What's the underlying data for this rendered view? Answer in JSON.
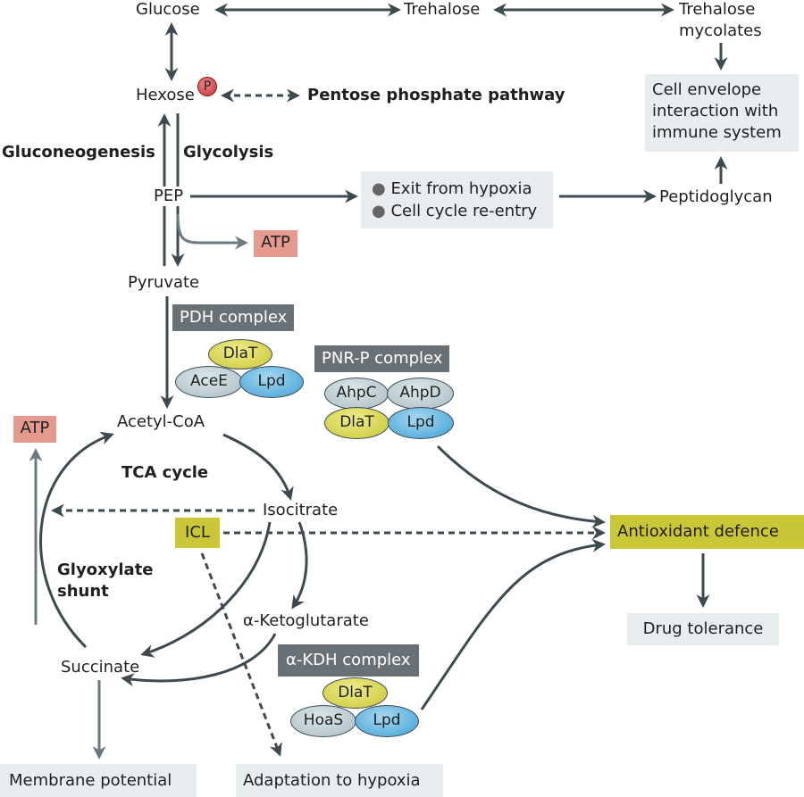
{
  "nodes": {
    "glucose": "Glucose",
    "trehalose": "Trehalose",
    "trehalose_mycolates_1": "Trehalose",
    "trehalose_mycolates_2": "mycolates",
    "hexose": "Hexose",
    "phosphate": "P",
    "pentose_phosphate": "Pentose phosphate pathway",
    "cell_envelope": [
      "Cell envelope",
      "interaction with",
      "immune system"
    ],
    "gluconeogenesis": "Gluconeogenesis",
    "glycolysis": "Glycolysis",
    "pep": "PEP",
    "exit_items": [
      "Exit from hypoxia",
      "Cell cycle re-entry"
    ],
    "peptidoglycan": "Peptidoglycan",
    "atp_top": "ATP",
    "pyruvate": "Pyruvate",
    "acetyl_coa": "Acetyl-CoA",
    "atp_left": "ATP",
    "tca_cycle": "TCA cycle",
    "isocitrate": "Isocitrate",
    "icl": "ICL",
    "glyoxylate_1": "Glyoxylate",
    "glyoxylate_2": "shunt",
    "ketoglutarate": "α-Ketoglutarate",
    "succinate": "Succinate",
    "antioxidant": "Antioxidant defence",
    "drug_tolerance": "Drug tolerance",
    "membrane_potential": "Membrane potential",
    "adaptation_hypoxia": "Adaptation to hypoxia"
  },
  "complexes": {
    "pdh": {
      "label": "PDH complex",
      "subunits": [
        "DlaT",
        "AceE",
        "Lpd"
      ]
    },
    "pnr": {
      "label": "PNR-P complex",
      "subunits": [
        "AhpC",
        "AhpD",
        "DlaT",
        "Lpd"
      ]
    },
    "kdh": {
      "label": "α-KDH complex",
      "subunits": [
        "DlaT",
        "HoaS",
        "Lpd"
      ]
    }
  },
  "colors": {
    "arrow": "#3d4a50",
    "arrow_light": "#6b7a80",
    "atp": "#e49a8f",
    "highlight": "#c9c637",
    "complex_label": "#6a7176",
    "panel": "#e8eef0"
  }
}
